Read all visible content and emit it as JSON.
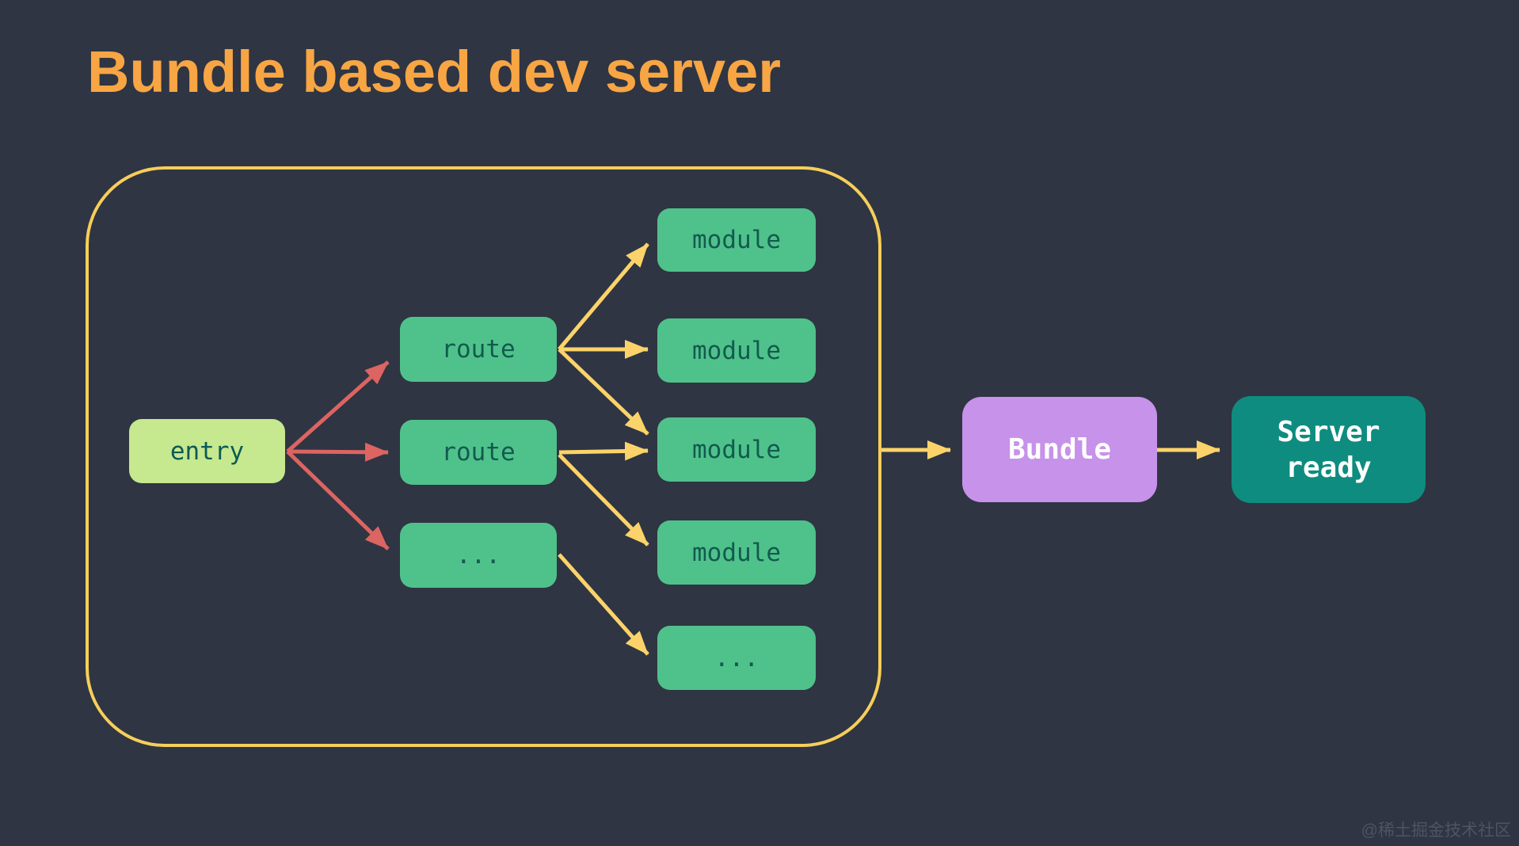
{
  "title": {
    "text": "Bundle based dev server"
  },
  "watermark": {
    "text": "@稀土掘金技术社区"
  },
  "colors": {
    "background": "#2F3542",
    "title": "#F8A544",
    "container_border": "#F6CE5A",
    "arrow_yellow": "#FBD36A",
    "arrow_red": "#DC6462",
    "node_green": "#4FC28B",
    "node_entry": "#C6E88E",
    "node_bundle_purple": "#C792EA",
    "node_server_teal": "#0E8C7F",
    "node_text_dark": "#125A4E",
    "node_text_light": "#FFFFFF",
    "watermark_text": "#4D5464"
  },
  "nodes": {
    "entry": {
      "label": "entry"
    },
    "route1": {
      "label": "route"
    },
    "route2": {
      "label": "route"
    },
    "route3": {
      "label": "..."
    },
    "module1": {
      "label": "module"
    },
    "module2": {
      "label": "module"
    },
    "module3": {
      "label": "module"
    },
    "module4": {
      "label": "module"
    },
    "module5": {
      "label": "..."
    },
    "bundle": {
      "label": "Bundle"
    },
    "server": {
      "label": "Server ready"
    }
  },
  "edges": [
    {
      "from": "entry",
      "to": "route1",
      "color": "red"
    },
    {
      "from": "entry",
      "to": "route2",
      "color": "red"
    },
    {
      "from": "entry",
      "to": "route3",
      "color": "red"
    },
    {
      "from": "route1",
      "to": "module1",
      "color": "yellow"
    },
    {
      "from": "route1",
      "to": "module2",
      "color": "yellow"
    },
    {
      "from": "route1",
      "to": "module3",
      "color": "yellow"
    },
    {
      "from": "route2",
      "to": "module3",
      "color": "yellow"
    },
    {
      "from": "route2",
      "to": "module4",
      "color": "yellow"
    },
    {
      "from": "route3",
      "to": "module5",
      "color": "yellow"
    },
    {
      "from": "container",
      "to": "bundle",
      "color": "yellow"
    },
    {
      "from": "bundle",
      "to": "server",
      "color": "yellow"
    }
  ]
}
